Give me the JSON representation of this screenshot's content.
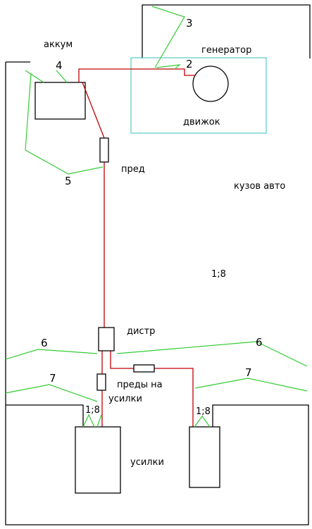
{
  "colors": {
    "outline": "#000000",
    "power_wire": "#c00000",
    "leader_line": "#33cc33",
    "engine_bay": "#66cccc",
    "background": "#ffffff"
  },
  "labels": {
    "battery": "аккум",
    "generator": "генератор",
    "engine": "движок",
    "main_fuse": "пред",
    "car_body": "кузов авто",
    "ratio_main": "1;8",
    "distributor": "дистр",
    "amp_fuses_line1": "преды на",
    "amp_fuses_line2": "усилки",
    "ratio_left_amp": "1;8",
    "ratio_right_amp": "1;8",
    "amplifiers": "усилки"
  },
  "callouts": {
    "n2": "2",
    "n3": "3",
    "n4": "4",
    "n5": "5",
    "n6_left": "6",
    "n6_right": "6",
    "n7_left": "7",
    "n7_right": "7"
  }
}
